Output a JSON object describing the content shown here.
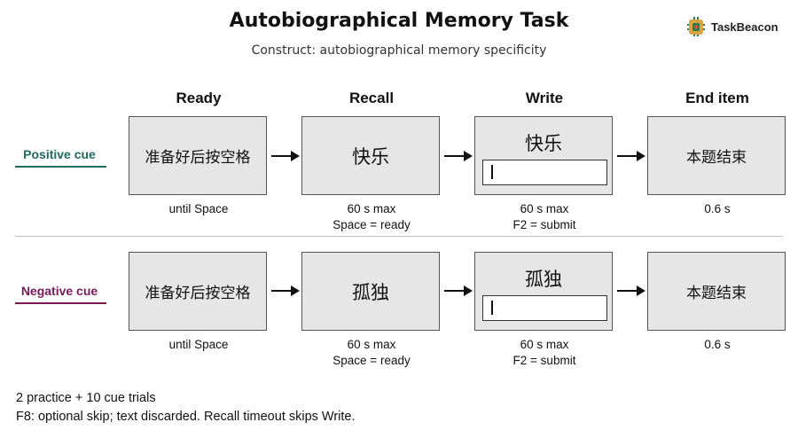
{
  "header": {
    "title": "Autobiographical Memory Task",
    "subtitle": "Construct: autobiographical memory specificity",
    "brand": "TaskBeacon"
  },
  "columns": [
    "Ready",
    "Recall",
    "Write",
    "End item"
  ],
  "rows": [
    {
      "label": "Positive cue",
      "color": "#1f6b5e",
      "ready_text": "准备好后按空格",
      "cue_word": "快乐",
      "end_text": "本题结束"
    },
    {
      "label": "Negative cue",
      "color": "#7a1a5a",
      "ready_text": "准备好后按空格",
      "cue_word": "孤独",
      "end_text": "本题结束"
    }
  ],
  "timings": {
    "ready": "until Space",
    "recall_line1": "60 s max",
    "recall_line2": "Space = ready",
    "write_line1": "60 s max",
    "write_line2": "F2 = submit",
    "end": "0.6 s"
  },
  "footer": {
    "line1": "2 practice + 10 cue trials",
    "line2": "F8: optional skip; text discarded. Recall timeout skips Write."
  }
}
